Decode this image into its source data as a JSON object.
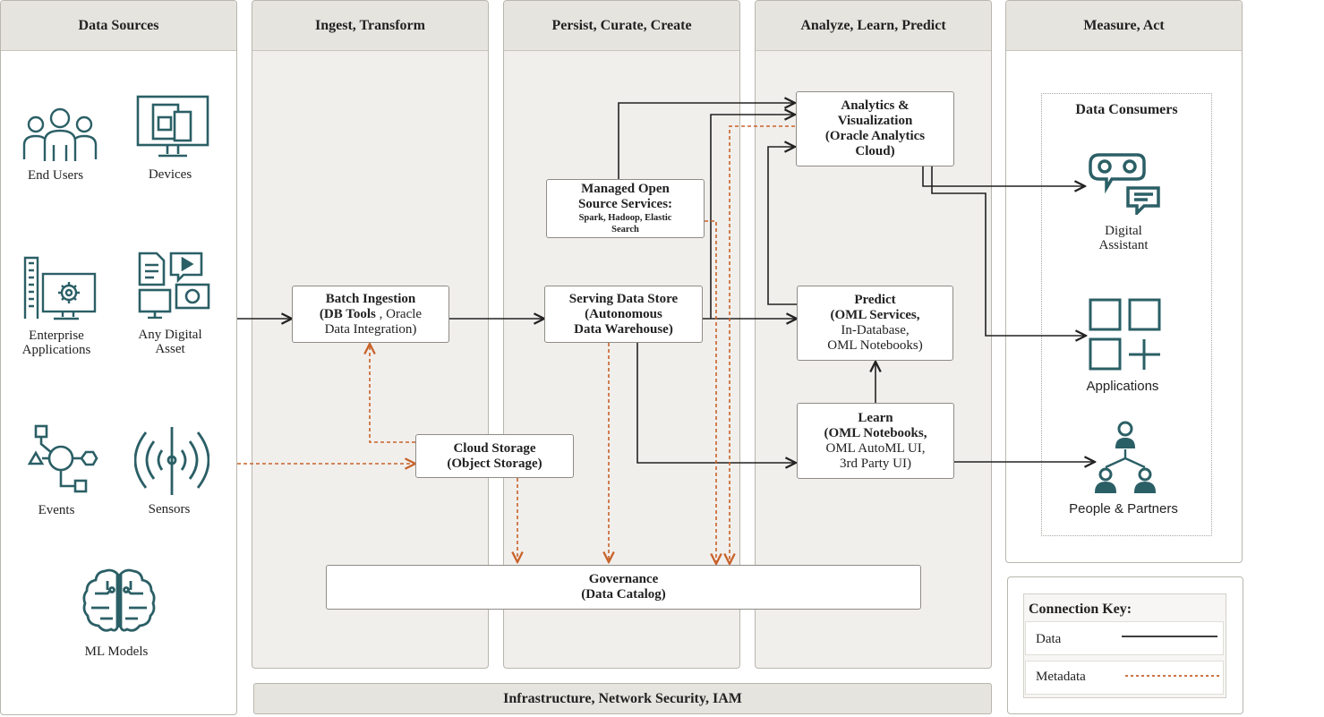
{
  "columns": {
    "data_sources": "Data Sources",
    "ingest": "Ingest, Transform",
    "persist": "Persist, Curate, Create",
    "analyze": "Analyze, Learn, Predict",
    "measure": "Measure, Act"
  },
  "sources": {
    "end_users": "End Users",
    "devices": "Devices",
    "enterprise_apps_1": "Enterprise",
    "enterprise_apps_2": "Applications",
    "digital_asset_1": "Any Digital",
    "digital_asset_2": "Asset",
    "events": "Events",
    "sensors": "Sensors",
    "ml_models": "ML Models"
  },
  "boxes": {
    "batch": {
      "l1": "Batch Ingestion",
      "l2a": "(DB Tools",
      "l2b": " , Oracle",
      "l3": "Data Integration)"
    },
    "cloud_storage": {
      "l1": "Cloud Storage",
      "l2": "(Object Storage)"
    },
    "open_source": {
      "l1": "Managed Open",
      "l2": "Source Services:",
      "l3": "Spark, Hadoop, Elastic",
      "l4": "Search"
    },
    "serving": {
      "l1": "Serving Data Store",
      "l2": "(Autonomous",
      "l3": "Data Warehouse)"
    },
    "governance": {
      "l1": "Governance",
      "l2": "(Data Catalog)"
    },
    "analytics": {
      "l1": "Analytics &",
      "l2": "Visualization",
      "l3": "(Oracle Analytics",
      "l4": "Cloud)"
    },
    "predict": {
      "l1": "Predict",
      "l2": "(OML Services,",
      "l3": "In-Database,",
      "l4": "OML Notebooks)"
    },
    "learn": {
      "l1": "Learn",
      "l2": "(OML Notebooks,",
      "l3": "OML AutoML UI,",
      "l4": "3rd Party UI)"
    }
  },
  "consumers": {
    "title": "Data Consumers",
    "assistant_1": "Digital",
    "assistant_2": "Assistant",
    "applications": "Applications",
    "people": "People & Partners"
  },
  "infrastructure": "Infrastructure, Network Security, IAM",
  "key": {
    "title": "Connection Key:",
    "data": "Data",
    "metadata": "Metadata"
  },
  "colors": {
    "icon": "#2b5f66",
    "data_line": "#222222",
    "metadata_line": "#c8622a",
    "header_bg": "#e6e4df",
    "column_bg": "#f1efec"
  }
}
